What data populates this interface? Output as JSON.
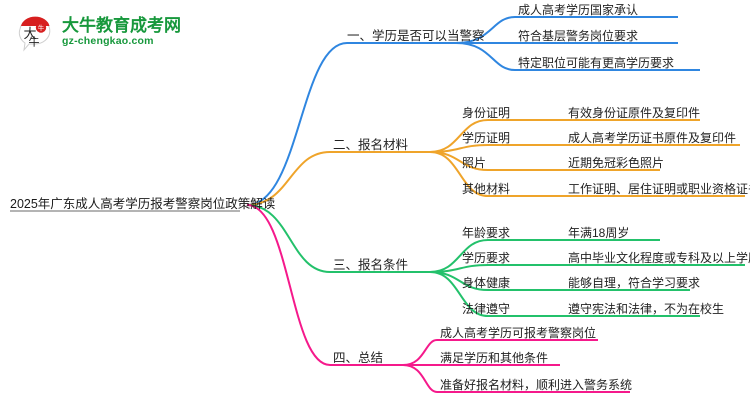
{
  "logo": {
    "mark_name": "daniu-bull-logo",
    "title": "大牛教育成考网",
    "subtitle": "gz-chengkao.com",
    "color": "#17983C",
    "mark_color": "#D71F1F"
  },
  "mindmap": {
    "root": {
      "label": "2025年广东成人高考学历报考警察岗位政策解读"
    },
    "branches": [
      {
        "label": "一、学历是否可以当警察",
        "color": "#2F86E0",
        "children": [
          {
            "label": "成人高考学历国家承认"
          },
          {
            "label": "符合基层警务岗位要求"
          },
          {
            "label": "特定职位可能有更高学历要求"
          }
        ]
      },
      {
        "label": "二、报名材料",
        "color": "#EFA42A",
        "children": [
          {
            "label": "身份证明",
            "leaf": "有效身份证原件及复印件"
          },
          {
            "label": "学历证明",
            "leaf": "成人高考学历证书原件及复印件"
          },
          {
            "label": "照片",
            "leaf": "近期免冠彩色照片"
          },
          {
            "label": "其他材料",
            "leaf": "工作证明、居住证明或职业资格证书"
          }
        ]
      },
      {
        "label": "三、报名条件",
        "color": "#23C16B",
        "children": [
          {
            "label": "年龄要求",
            "leaf": "年满18周岁"
          },
          {
            "label": "学历要求",
            "leaf": "高中毕业文化程度或专科及以上学历"
          },
          {
            "label": "身体健康",
            "leaf": "能够自理，符合学习要求"
          },
          {
            "label": "法律遵守",
            "leaf": "遵守宪法和法律，不为在校生"
          }
        ]
      },
      {
        "label": "四、总结",
        "color": "#F5198B",
        "children": [
          {
            "label": "成人高考学历可报考警察岗位"
          },
          {
            "label": "满足学历和其他条件"
          },
          {
            "label": "准备好报名材料，顺利进入警务系统"
          }
        ]
      }
    ]
  }
}
